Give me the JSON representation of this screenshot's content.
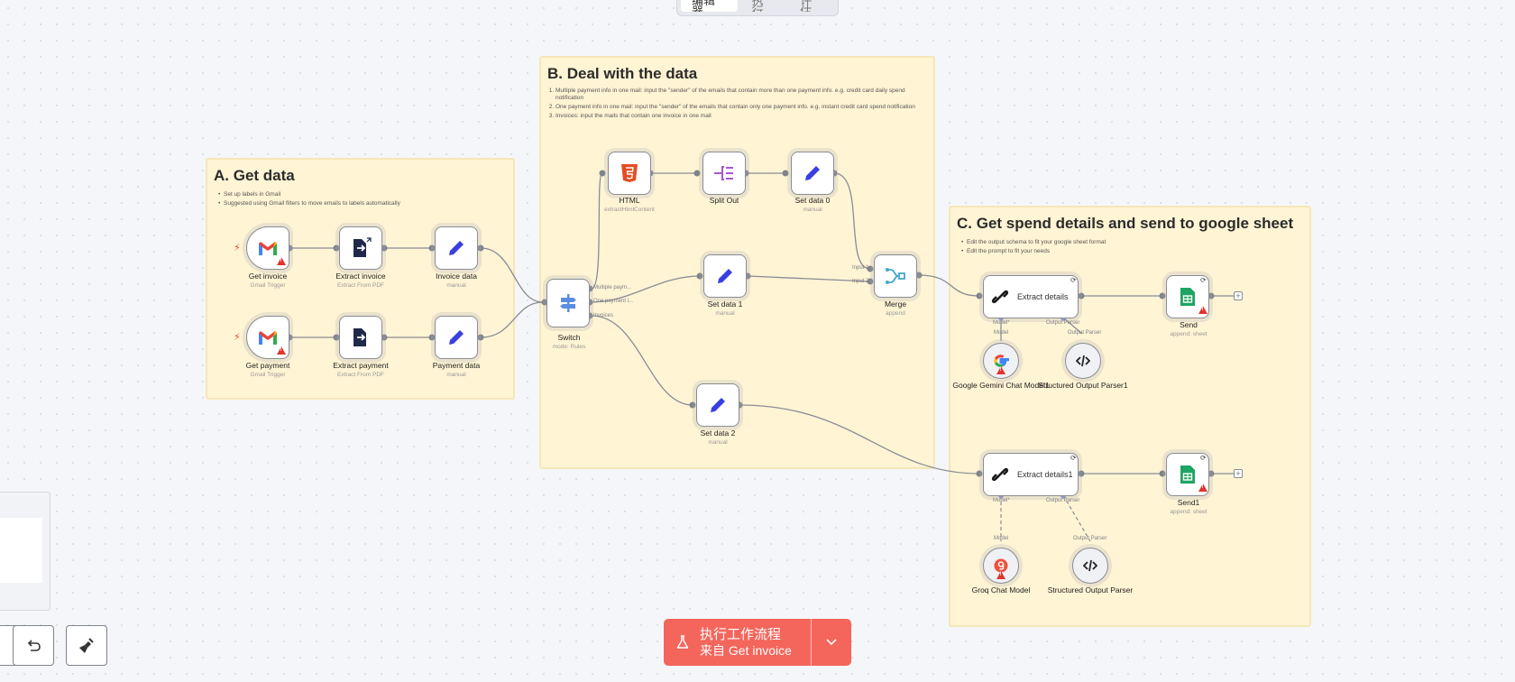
{
  "topbar": {
    "tabs": [
      "编辑器",
      "执行",
      "评估"
    ]
  },
  "stickies": {
    "a": {
      "title": "A. Get data",
      "items": [
        "Set up labels in Gmail",
        "Suggested using Gmail filters to move emails to labels automatically"
      ]
    },
    "b": {
      "title": "B. Deal with the data",
      "items": [
        "Multiple payment info in one mail: input the \"sender\" of the emails that contain more than one payment info. e.g. credit card daily spend notification",
        "One payment info in one mail: input the \"sender\" of the emails that contain only one payment info. e.g. instant credit card spend notification",
        "Invoices: input the mails that contain one invoice in one mail"
      ]
    },
    "c": {
      "title": "C. Get spend details and send to google sheet",
      "items": [
        "Edit the output schema to fit your google sheet format",
        "Edit the prompt to fit your needs"
      ]
    }
  },
  "nodes": {
    "get_invoice": {
      "name": "Get invoice",
      "sub": "Gmail Trigger",
      "icon": "gmail-icon"
    },
    "get_payment": {
      "name": "Get payment",
      "sub": "Gmail Trigger",
      "icon": "gmail-icon"
    },
    "extract_invoice": {
      "name": "Extract invoice",
      "sub": "Extract From PDF",
      "icon": "pdf-extract-icon"
    },
    "extract_payment": {
      "name": "Extract payment",
      "sub": "Extract From PDF",
      "icon": "pdf-extract-icon"
    },
    "invoice_data": {
      "name": "Invoice data",
      "sub": "manual",
      "icon": "pencil-icon"
    },
    "payment_data": {
      "name": "Payment data",
      "sub": "manual",
      "icon": "pencil-icon"
    },
    "switch": {
      "name": "Switch",
      "sub": "mode: Rules",
      "icon": "switch-icon",
      "outputs": [
        "Multiple paym...",
        "One payment i...",
        "Invoices"
      ]
    },
    "html": {
      "name": "HTML",
      "sub": "extractHtmlContent",
      "icon": "html5-icon"
    },
    "split_out": {
      "name": "Split Out",
      "sub": "",
      "icon": "split-out-icon"
    },
    "set_data_0": {
      "name": "Set data 0",
      "sub": "manual",
      "icon": "pencil-icon"
    },
    "set_data_1": {
      "name": "Set data 1",
      "sub": "manual",
      "icon": "pencil-icon"
    },
    "set_data_2": {
      "name": "Set data 2",
      "sub": "manual",
      "icon": "pencil-icon"
    },
    "merge": {
      "name": "Merge",
      "sub": "append",
      "icon": "merge-icon",
      "inputs": [
        "Input 1",
        "Input 2"
      ]
    },
    "extract_details": {
      "name": "Extract details",
      "icon": "chain-link-icon"
    },
    "extract_details1": {
      "name": "Extract details1",
      "icon": "chain-link-icon"
    },
    "send": {
      "name": "Send",
      "sub": "append: sheet",
      "icon": "google-sheets-icon"
    },
    "send1": {
      "name": "Send1",
      "sub": "append: sheet",
      "icon": "google-sheets-icon"
    },
    "gemini": {
      "name": "Google Gemini Chat Model1",
      "icon": "google-g-icon"
    },
    "parser1": {
      "name": "Structured Output Parser1",
      "icon": "code-icon"
    },
    "groq": {
      "name": "Groq Chat Model",
      "icon": "groq-icon"
    },
    "parser": {
      "name": "Structured Output Parser",
      "icon": "code-icon"
    }
  },
  "ports": {
    "model_req": "Model*",
    "model": "Model",
    "output_parser": "Output Parser"
  },
  "run_button": {
    "line1": "执行工作流程",
    "line2": "来自 Get invoice"
  },
  "colors": {
    "sticky_bg": "#fff4d4",
    "run_button": "#f4655c",
    "pencil": "#3a3fe0",
    "error": "#e0342c"
  }
}
